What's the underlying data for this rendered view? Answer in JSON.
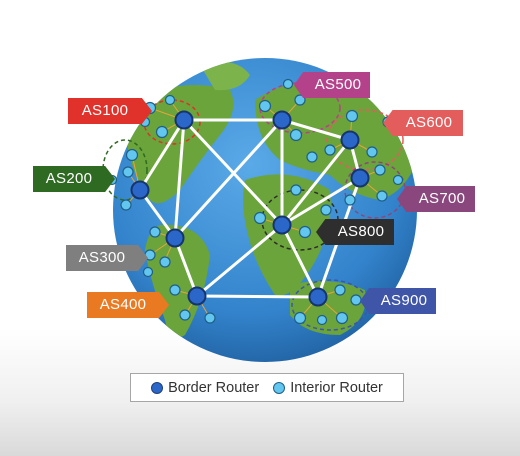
{
  "as_labels": [
    {
      "text": "AS100",
      "color": "#e0312b"
    },
    {
      "text": "AS200",
      "color": "#2f6a22"
    },
    {
      "text": "AS300",
      "color": "#7f7f7f"
    },
    {
      "text": "AS400",
      "color": "#ea7a21"
    },
    {
      "text": "AS500",
      "color": "#b4428b"
    },
    {
      "text": "AS600",
      "color": "#e35d5d"
    },
    {
      "text": "AS700",
      "color": "#8a477d"
    },
    {
      "text": "AS800",
      "color": "#2e2e2e"
    },
    {
      "text": "AS900",
      "color": "#3f55a8"
    }
  ],
  "legend": {
    "border_label": "Border Router",
    "interior_label": "Interior Router"
  },
  "colors": {
    "ocean": "#3b8fd6",
    "land": "#6aa43a",
    "border_router": "#2b66c9",
    "interior_router": "#62c6ee"
  }
}
